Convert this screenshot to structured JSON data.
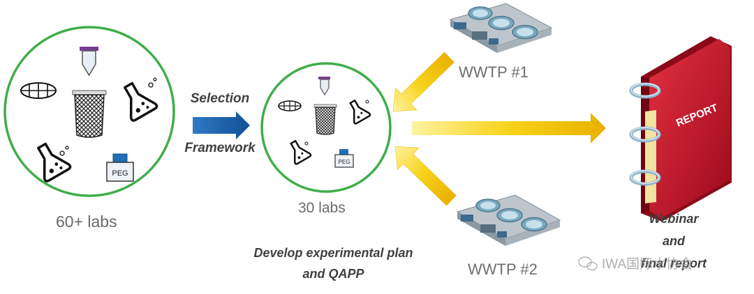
{
  "stages": {
    "initial": {
      "count_label": "60+ labs"
    },
    "selected": {
      "count_label": "30 labs"
    }
  },
  "selection_arrow": {
    "line1": "Selection",
    "line2": "Framework"
  },
  "plan": {
    "line1": "Develop experimental plan",
    "line2": "and QAPP"
  },
  "plants": [
    {
      "label": "WWTP #1"
    },
    {
      "label": "WWTP #2"
    }
  ],
  "report": {
    "cover_text": "REPORT",
    "line1": "Webinar",
    "line2": "and",
    "line3": "final report"
  },
  "reagent_label": "PEG",
  "watermark": "IWA国际水协会",
  "colors": {
    "circle_border": "#3fae49",
    "selection_arrow": "#1a5fa8",
    "yellow_arrow": "#f2c200",
    "report_red": "#c8102e"
  }
}
